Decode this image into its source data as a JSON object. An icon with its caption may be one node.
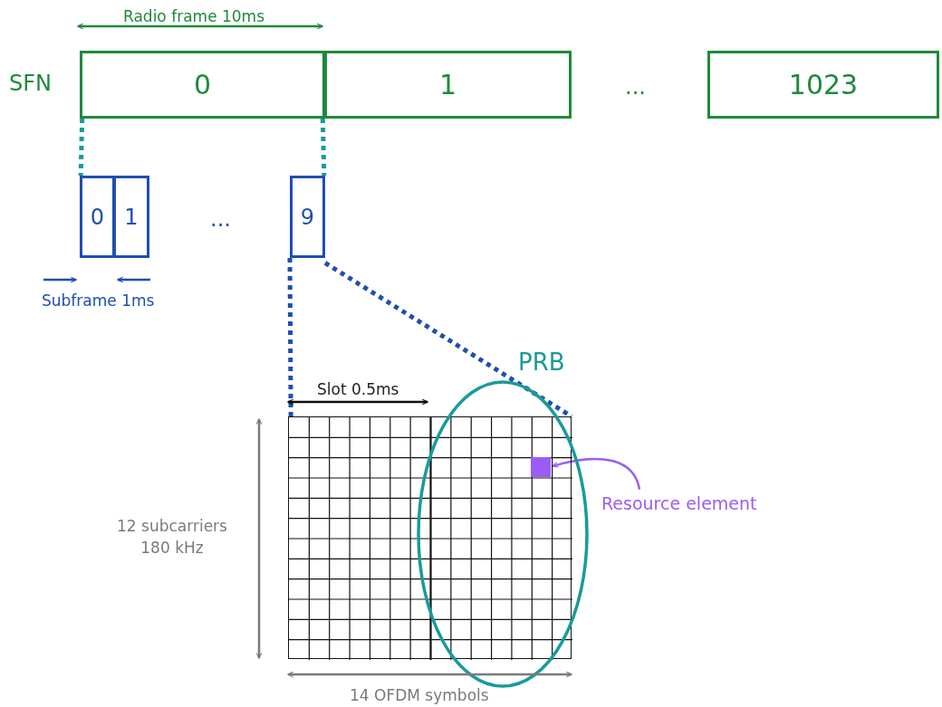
{
  "diagram": {
    "nodes": [
      {
        "text": [
          "0"
        ]
      },
      {
        "text": [
          "1"
        ]
      },
      {
        "text": [
          "1023"
        ]
      },
      {
        "text": [
          "0"
        ]
      },
      {
        "text": [
          "1"
        ]
      },
      {
        "text": [
          "9"
        ]
      },
      {
        "text": [],
        "shape": "box"
      },
      {
        "text": [],
        "shape": "box"
      },
      {
        "text": [
          "PRB"
        ]
      },
      {
        "text": [
          "Resource element"
        ]
      }
    ],
    "edges": [
      {
        "from": 0,
        "to": 3,
        "arrow": "none",
        "style": "dashed",
        "color": "#1a9a9a"
      },
      {
        "from": 0,
        "to": 5,
        "arrow": "none",
        "style": "dashed",
        "color": "#1a9a9a"
      },
      {
        "from": 5,
        "to": 6,
        "arrow": "none",
        "style": "dashed",
        "color": "#1f4fb0"
      },
      {
        "from": 5,
        "to": 6,
        "arrow": "none",
        "style": "dashed",
        "color": "#1f4fb0"
      },
      {
        "from": 9,
        "to": 7,
        "arrow": "to",
        "color": "#9b5cf6"
      }
    ],
    "labels": [
      "Radio frame 10ms",
      "SFN",
      "...",
      "...",
      "Subframe 1ms",
      "Slot 0.5ms",
      "12 subcarriers 180 kHz",
      "14 OFDM symbols"
    ]
  }
}
